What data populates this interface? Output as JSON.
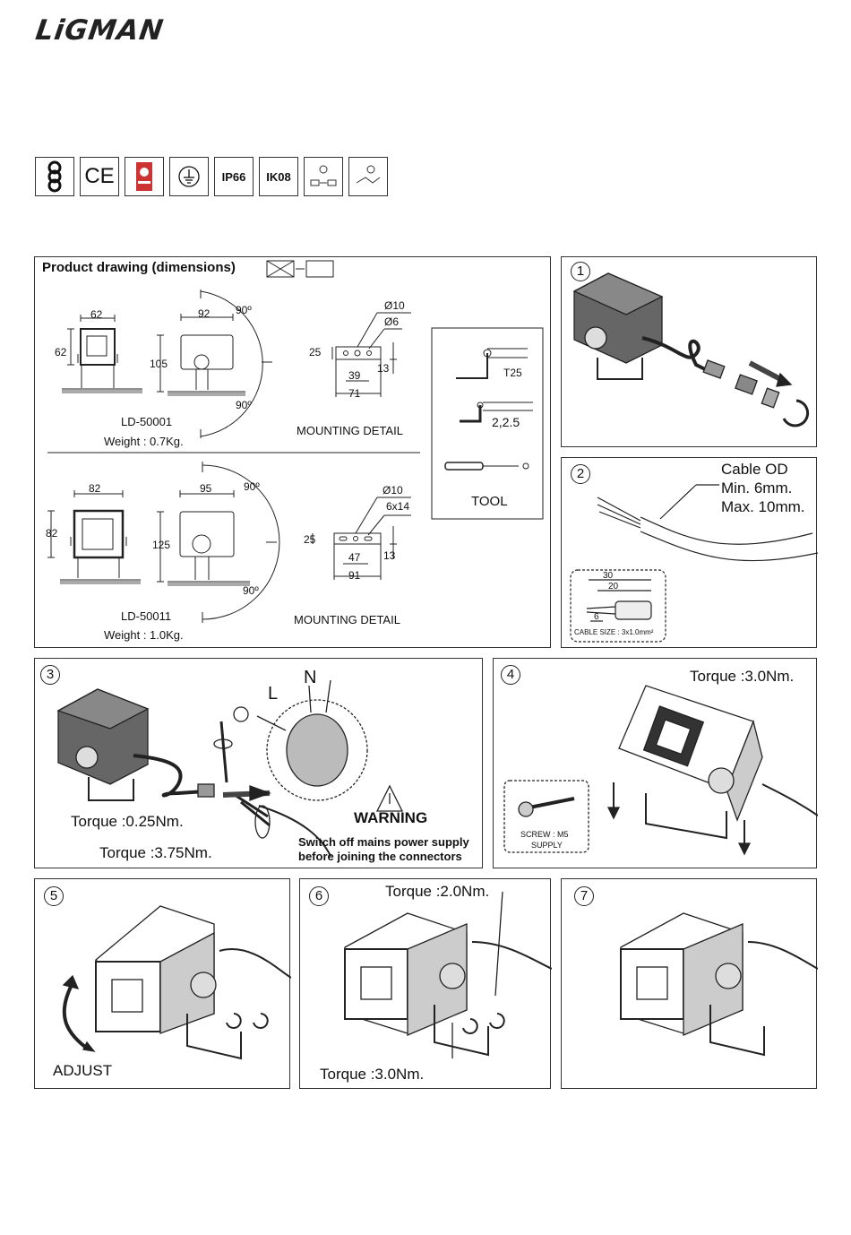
{
  "brand": {
    "logo": "LiGMAN"
  },
  "certifications": [
    {
      "icon": "class-ii-chain-icon"
    },
    {
      "text": "CE"
    },
    {
      "icon": "qualifications-badge-icon"
    },
    {
      "icon": "earth-ground-icon"
    },
    {
      "text": "IP66"
    },
    {
      "text": "IK08"
    },
    {
      "icon": "connector-voltage-icon"
    },
    {
      "icon": "connector-wiring-icon"
    }
  ],
  "dimensions_panel": {
    "title": "Product drawing (dimensions)",
    "model_a": {
      "width": "62",
      "height": "62",
      "depth": "92",
      "body_height": "105",
      "angle_top": "90º",
      "angle_bottom": "90º",
      "model": "LD-50001",
      "weight": "Weight : 0.7Kg.",
      "mount": {
        "hole": "Ø10",
        "slot": "Ø6",
        "h": "25",
        "c1": "39",
        "c2": "71",
        "r": "13",
        "label": "MOUNTING DETAIL"
      }
    },
    "model_b": {
      "width": "82",
      "height": "82",
      "depth": "95",
      "body_height": "125",
      "angle_top": "90º",
      "angle_bottom": "90º",
      "model": "LD-50011",
      "weight": "Weight : 1.0Kg.",
      "mount": {
        "hole": "Ø10",
        "slot": "6x14",
        "h": "25",
        "c1": "47",
        "c2": "91",
        "r": "13",
        "label": "MOUNTING DETAIL"
      }
    },
    "tool": {
      "t25": "T25",
      "hex": "2,2.5",
      "label": "TOOL"
    }
  },
  "steps": {
    "s1": {
      "num": "1"
    },
    "s2": {
      "num": "2",
      "cable_l1": "Cable OD",
      "cable_l2": "Min. 6mm.",
      "cable_l3": "Max. 10mm.",
      "strip_30": "30",
      "strip_20": "20",
      "strip_6": "6",
      "cable_size": "CABLE SIZE : 3x1.0mm²"
    },
    "s3": {
      "num": "3",
      "N": "N",
      "L": "L",
      "torque_a": "Torque :0.25Nm.",
      "torque_b": "Torque :3.75Nm.",
      "warning": "WARNING",
      "warn_l1": "Switch off mains power supply",
      "warn_l2": "before joining the connectors"
    },
    "s4": {
      "num": "4",
      "torque": "Torque :3.0Nm.",
      "screw_l1": "SCREW : M5",
      "screw_l2": "SUPPLY"
    },
    "s5": {
      "num": "5",
      "adjust": "ADJUST"
    },
    "s6": {
      "num": "6",
      "torque_top": "Torque :2.0Nm.",
      "torque_bottom": "Torque :3.0Nm."
    },
    "s7": {
      "num": "7"
    }
  }
}
